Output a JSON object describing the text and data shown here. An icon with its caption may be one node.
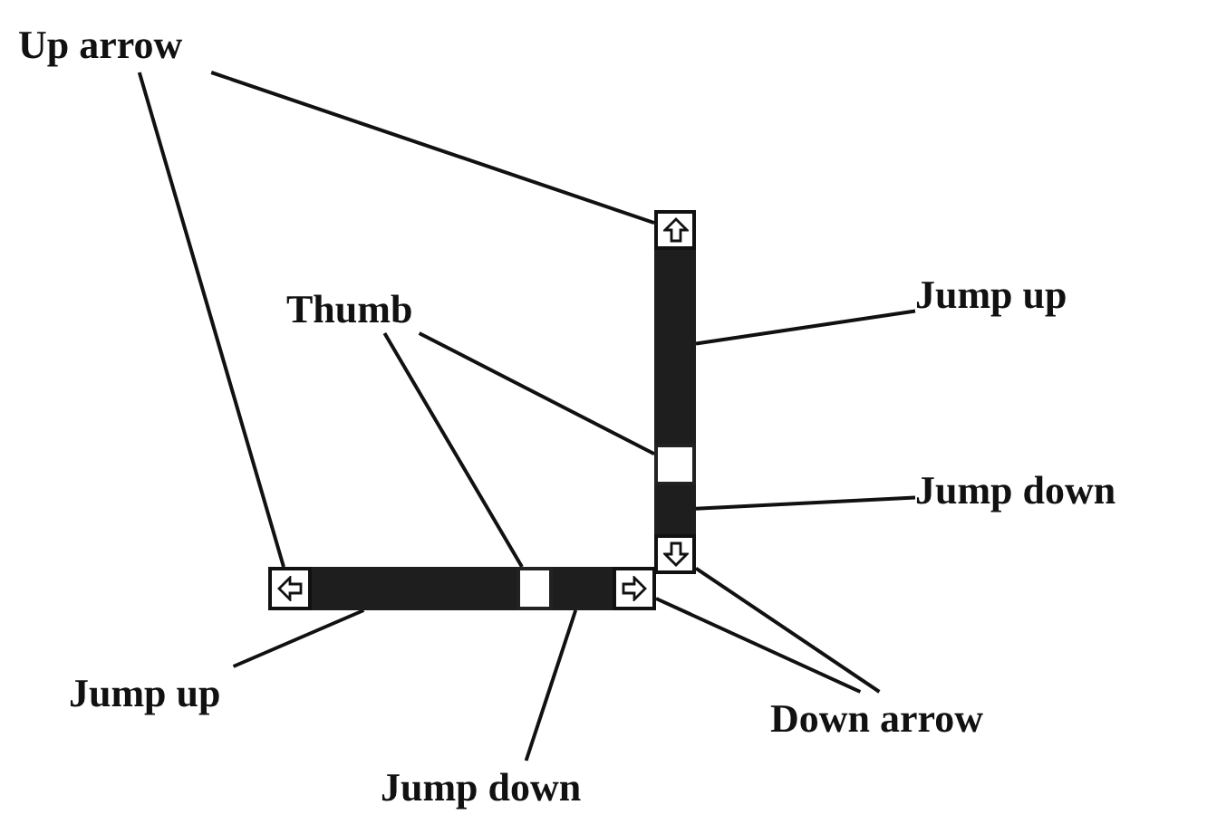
{
  "diagram": {
    "nodes": [
      {
        "text": [
          "Up arrow"
        ]
      },
      {
        "text": [
          "Thumb"
        ]
      },
      {
        "text": [
          "Jump up"
        ]
      },
      {
        "text": [
          "Jump down"
        ]
      },
      {
        "text": [
          "Jump up"
        ]
      },
      {
        "text": [
          "Jump down"
        ]
      },
      {
        "text": [
          "Down arrow"
        ]
      },
      {
        "text": [],
        "shape": "box"
      },
      {
        "text": [],
        "shape": "bar"
      },
      {
        "text": [],
        "shape": "box"
      },
      {
        "text": [],
        "shape": "bar"
      },
      {
        "text": [],
        "shape": "box"
      },
      {
        "text": [],
        "shape": "box"
      },
      {
        "text": [],
        "shape": "bar"
      },
      {
        "text": [],
        "shape": "box"
      },
      {
        "text": [],
        "shape": "bar"
      },
      {
        "text": [],
        "shape": "box"
      }
    ],
    "edges": [
      {
        "from": 0,
        "to": 7,
        "arrow": "none"
      },
      {
        "from": 0,
        "to": 12,
        "arrow": "none"
      },
      {
        "from": 1,
        "to": 14,
        "arrow": "none"
      },
      {
        "from": 1,
        "to": 9,
        "arrow": "none"
      },
      {
        "from": 2,
        "to": 8,
        "arrow": "none"
      },
      {
        "from": 3,
        "to": 10,
        "arrow": "none"
      },
      {
        "from": 4,
        "to": 13,
        "arrow": "none"
      },
      {
        "from": 5,
        "to": 15,
        "arrow": "none"
      },
      {
        "from": 6,
        "to": 16,
        "arrow": "none"
      },
      {
        "from": 6,
        "to": 11,
        "arrow": "none"
      }
    ]
  }
}
